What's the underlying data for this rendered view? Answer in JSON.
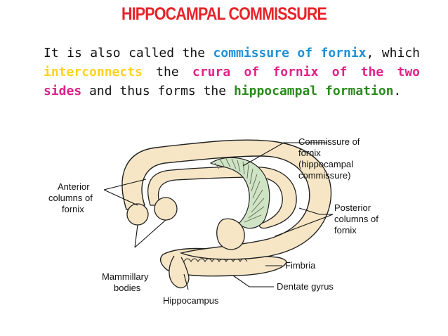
{
  "title": "HIPPOCAMPAL COMMISSURE",
  "paragraph": {
    "t1": "It is also called the ",
    "h1": "commissure of fornix",
    "t2": ", which ",
    "h2": "interconnects",
    "t3": " the ",
    "h3": "crura of fornix of the two sides",
    "t4": " and thus forms the ",
    "h4": "hippocampal formation",
    "t5": "."
  },
  "colors": {
    "title": "#e8232a",
    "commissure": "#1e90d6",
    "interconnects": "#ffd21f",
    "crura": "#e0218a",
    "formation": "#2a8a1c"
  },
  "labels": {
    "commissure_l1": "Commissure of",
    "commissure_l2": "fornix",
    "commissure_l3": "(hippocampal",
    "commissure_l4": "commissure)",
    "anterior_l1": "Anterior",
    "anterior_l2": "columns of",
    "anterior_l3": "fornix",
    "posterior_l1": "Posterior",
    "posterior_l2": "columns of",
    "posterior_l3": "fornix",
    "fimbria": "Fimbria",
    "dentate": "Dentate gyrus",
    "mammillary_l1": "Mammillary",
    "mammillary_l2": "bodies",
    "hippocampus": "Hippocampus"
  }
}
